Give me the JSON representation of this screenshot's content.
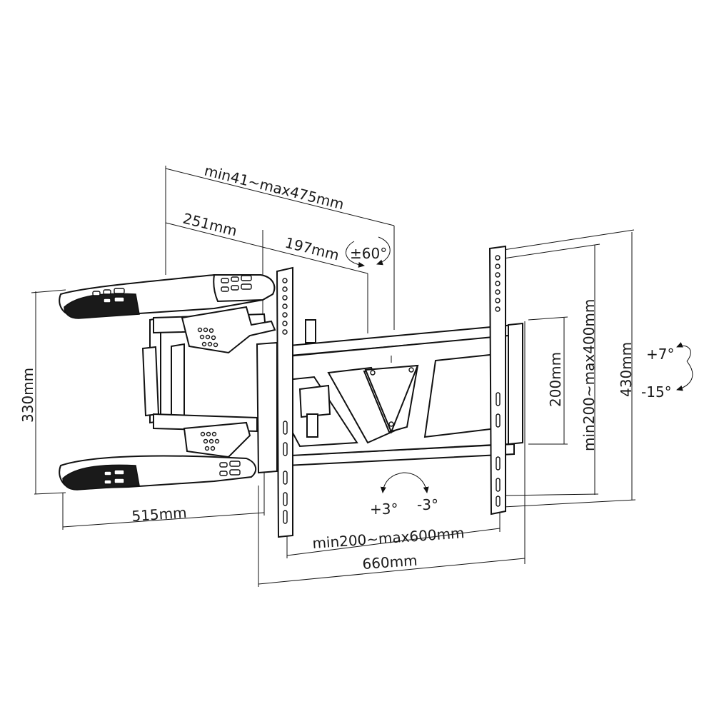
{
  "dimensions": {
    "extension": "min41~max475mm",
    "arm_first": "251mm",
    "arm_second": "197mm",
    "swivel": "±60°",
    "wall_plate_height": "330mm",
    "wall_plate_depth": "515mm",
    "tilt_up": "+7°",
    "tilt_down": "-15°",
    "vesa_vertical": "min200~max400mm",
    "height_total": "430mm",
    "center_height": "200mm",
    "level_plus": "+3°",
    "level_minus": "-3°",
    "vesa_horizontal": "min200~max600mm",
    "width_total": "660mm"
  }
}
